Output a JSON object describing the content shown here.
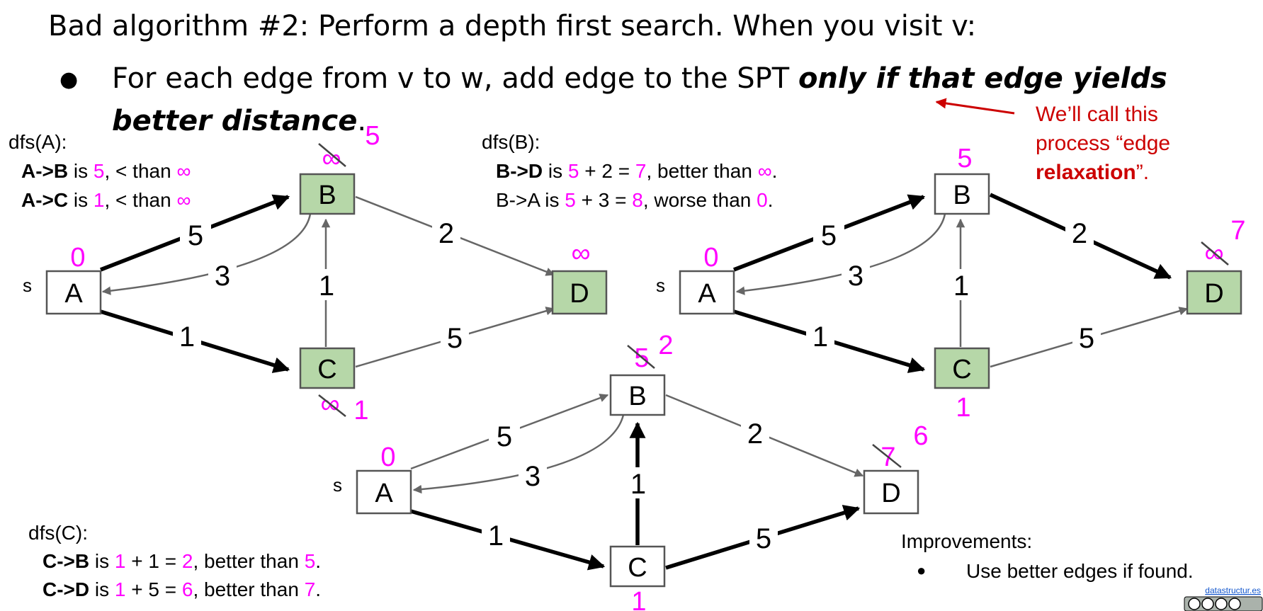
{
  "header": {
    "title": "Bad algorithm #2: Perform a depth first search. When you visit v:",
    "bullet": "●",
    "line1_plain": "For each edge from v to w, add edge to the SPT ",
    "line1_emph": "only if that edge yields",
    "line2_emph": "better distance",
    "line2_end": "."
  },
  "callout": {
    "line1": "We’ll call this",
    "line2": "process “edge",
    "line3_bold": "relaxation",
    "line3_end": "”."
  },
  "dfsA": {
    "title": "dfs(A):",
    "l1": {
      "a": "A->B",
      "b": " is ",
      "c": "5",
      "d": ", < than ",
      "e": "∞"
    },
    "l2": {
      "a": "A->C",
      "b": " is ",
      "c": "1",
      "d": ", < than ",
      "e": "∞"
    }
  },
  "dfsB": {
    "title": "dfs(B):",
    "l1": {
      "a": "B->D",
      "b": " is ",
      "c": "5",
      "d": " + 2 = ",
      "e": "7",
      "f": ", better than ",
      "g": "∞",
      "h": "."
    },
    "l2": {
      "a": "B->A is ",
      "b": "5",
      "c": " + 3 = ",
      "d": "8",
      "e": ", worse than ",
      "f": "0",
      "g": "."
    }
  },
  "dfsC": {
    "title": "dfs(C):",
    "l1": {
      "a": "C->B",
      "b": " is ",
      "c": "1",
      "d": " + 1 = ",
      "e": "2",
      "f": ", better than ",
      "g": "5",
      "h": "."
    },
    "l2": {
      "a": "C->D",
      "b": " is ",
      "c": "1",
      "d": " + 5 = ",
      "e": "6",
      "f": ", better than ",
      "g": "7",
      "h": "."
    }
  },
  "improvements": {
    "title": "Improvements:",
    "bullet": "●",
    "item": "Use better edges if found."
  },
  "graphs": {
    "g1": {
      "source_label": "s",
      "nodes": {
        "A": "A",
        "B": "B",
        "C": "C",
        "D": "D"
      },
      "weights": {
        "AB": "5",
        "BA": "3",
        "AC": "1",
        "CB": "1",
        "BD": "2",
        "CD": "5"
      },
      "dist": {
        "A": "0",
        "B_old": "∞",
        "B": "5",
        "C_old": "∞",
        "C": "1",
        "D": "∞"
      }
    },
    "g2": {
      "source_label": "s",
      "nodes": {
        "A": "A",
        "B": "B",
        "C": "C",
        "D": "D"
      },
      "weights": {
        "AB": "5",
        "BA": "3",
        "AC": "1",
        "CB": "1",
        "BD": "2",
        "CD": "5"
      },
      "dist": {
        "A": "0",
        "B": "5",
        "C": "1",
        "D_old": "∞",
        "D": "7"
      }
    },
    "g3": {
      "source_label": "s",
      "nodes": {
        "A": "A",
        "B": "B",
        "C": "C",
        "D": "D"
      },
      "weights": {
        "AB": "5",
        "BA": "3",
        "AC": "1",
        "CB": "1",
        "BD": "2",
        "CD": "5"
      },
      "dist": {
        "A": "0",
        "B_old": "5",
        "B": "2",
        "C": "1",
        "D_old": "7",
        "D": "6"
      }
    }
  },
  "footer": {
    "link": "datastructur.es"
  },
  "colors": {
    "accent_pink": "#ff00ff",
    "callout_red": "#cc0000",
    "visited_green": "#b6d7a8"
  }
}
